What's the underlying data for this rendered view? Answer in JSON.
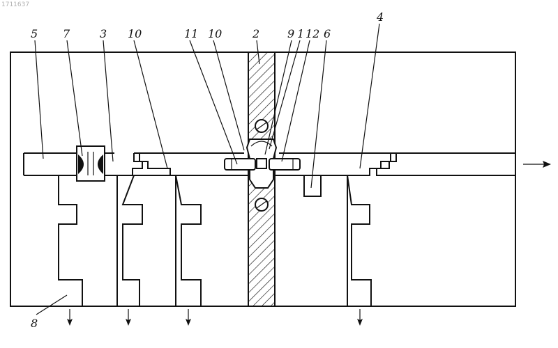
{
  "document": {
    "stamp": "1711637"
  },
  "labels": {
    "l5": "5",
    "l7": "7",
    "l3": "3",
    "l10a": "10",
    "l11": "11",
    "l10b": "10",
    "l2": "2",
    "l9": "9",
    "l1": "1",
    "l12": "12",
    "l6": "6",
    "l4": "4",
    "l8": "8"
  }
}
